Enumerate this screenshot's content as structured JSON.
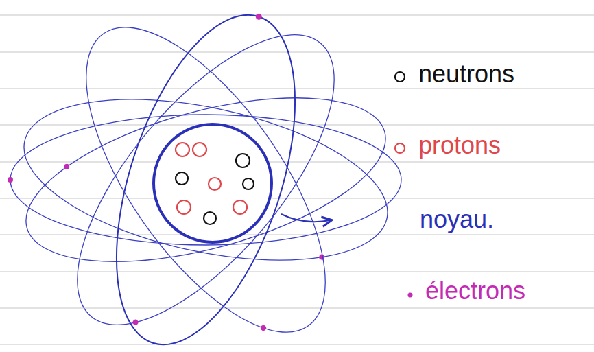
{
  "diagram": {
    "labels": [
      "noyau."
    ],
    "legend": [
      {
        "text": "neutrons"
      },
      {
        "text": "protons"
      },
      {
        "text": "électrons"
      }
    ]
  }
}
